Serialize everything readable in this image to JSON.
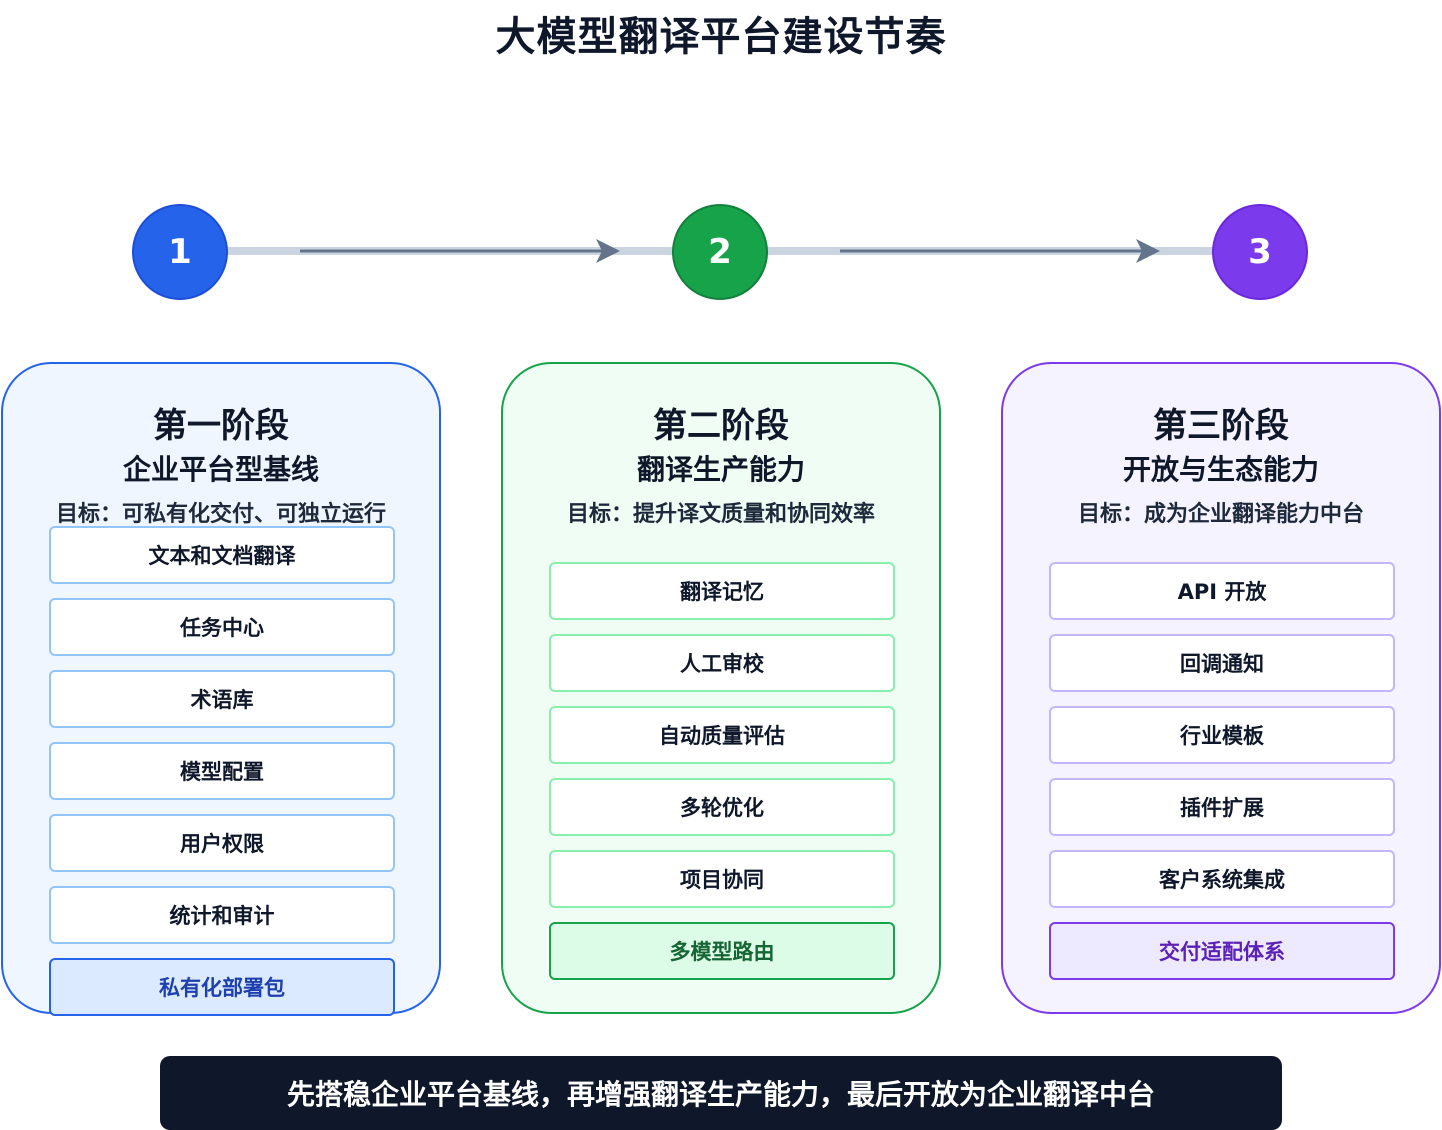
{
  "title": "大模型翻译平台建设节奏",
  "timeline": {
    "nodes": [
      {
        "label": "1",
        "color": "#2563eb"
      },
      {
        "label": "2",
        "color": "#16a34a"
      },
      {
        "label": "3",
        "color": "#7c3aed"
      }
    ]
  },
  "stages": [
    {
      "name": "第一阶段",
      "theme": "企业平台型基线",
      "goal": "目标：可私有化交付、可独立运行",
      "items": [
        "文本和文档翻译",
        "任务中心",
        "术语库",
        "模型配置",
        "用户权限",
        "统计和审计"
      ],
      "highlight": "私有化部署包",
      "color": "#2563eb"
    },
    {
      "name": "第二阶段",
      "theme": "翻译生产能力",
      "goal": "目标：提升译文质量和协同效率",
      "items": [
        "翻译记忆",
        "人工审校",
        "自动质量评估",
        "多轮优化",
        "项目协同"
      ],
      "highlight": "多模型路由",
      "color": "#16a34a"
    },
    {
      "name": "第三阶段",
      "theme": "开放与生态能力",
      "goal": "目标：成为企业翻译能力中台",
      "items": [
        "API 开放",
        "回调通知",
        "行业模板",
        "插件扩展",
        "客户系统集成"
      ],
      "highlight": "交付适配体系",
      "color": "#7c3aed"
    }
  ],
  "summary": "先搭稳企业平台基线，再增强翻译生产能力，最后开放为企业翻译中台"
}
